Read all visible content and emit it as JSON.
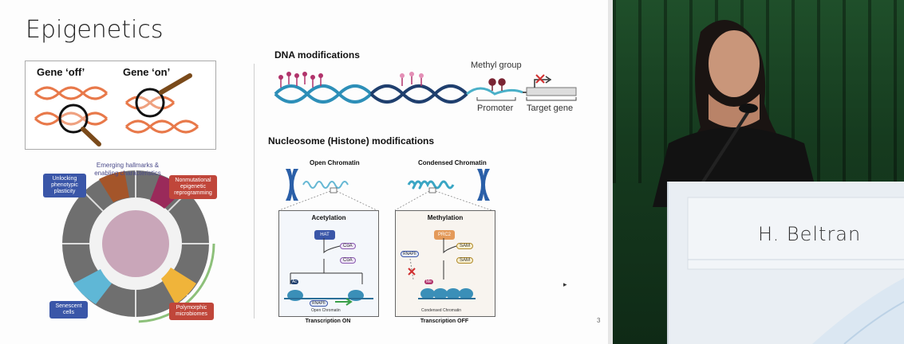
{
  "slide": {
    "title": "Epigenetics",
    "page_number": "3",
    "gene_panel": {
      "off_label": "Gene ‘off’",
      "on_label": "Gene ‘on’"
    },
    "hallmarks": {
      "center_title": "Emerging hallmarks & enabling characteristics",
      "tag_unlocking": "Unlocking phenotypic plasticity",
      "tag_nonmutational": "Nonmutational epigenetic reprogramming",
      "tag_senescent": "Senescent cells",
      "tag_polymorphic": "Polymorphic microbiomes"
    },
    "dna": {
      "heading": "DNA modifications",
      "methyl_group": "Methyl group",
      "promoter": "Promoter",
      "target_gene": "Target gene"
    },
    "nucleosome": {
      "heading": "Nucleosome (Histone) modifications",
      "open": {
        "title": "Open Chromatin",
        "process": "Acetylation",
        "hat": "HAT",
        "coa1": "CoA",
        "coa2": "CoA",
        "ac": "Ac",
        "rnapii": "RNAPII",
        "chromatin": "Open Chromatin",
        "result": "Transcription ON"
      },
      "condensed": {
        "title": "Condensed Chromatin",
        "process": "Methylation",
        "prc2": "PRC2",
        "sam1": "SAM",
        "sam2": "SAM",
        "me": "Me",
        "rnapii": "RNAPII",
        "chromatin": "Condensed Chromatin",
        "result": "Transcription OFF"
      }
    }
  },
  "video": {
    "podium_name": "H. Beltran"
  },
  "colors": {
    "dna_orange": "#e8794a",
    "dna_blue": "#2d8fb8",
    "dna_navy": "#1f3f6e",
    "methyl": "#7a2433",
    "pin": "#b1336b",
    "tag_blue": "#3a56a8",
    "tag_red": "#c0463a"
  }
}
